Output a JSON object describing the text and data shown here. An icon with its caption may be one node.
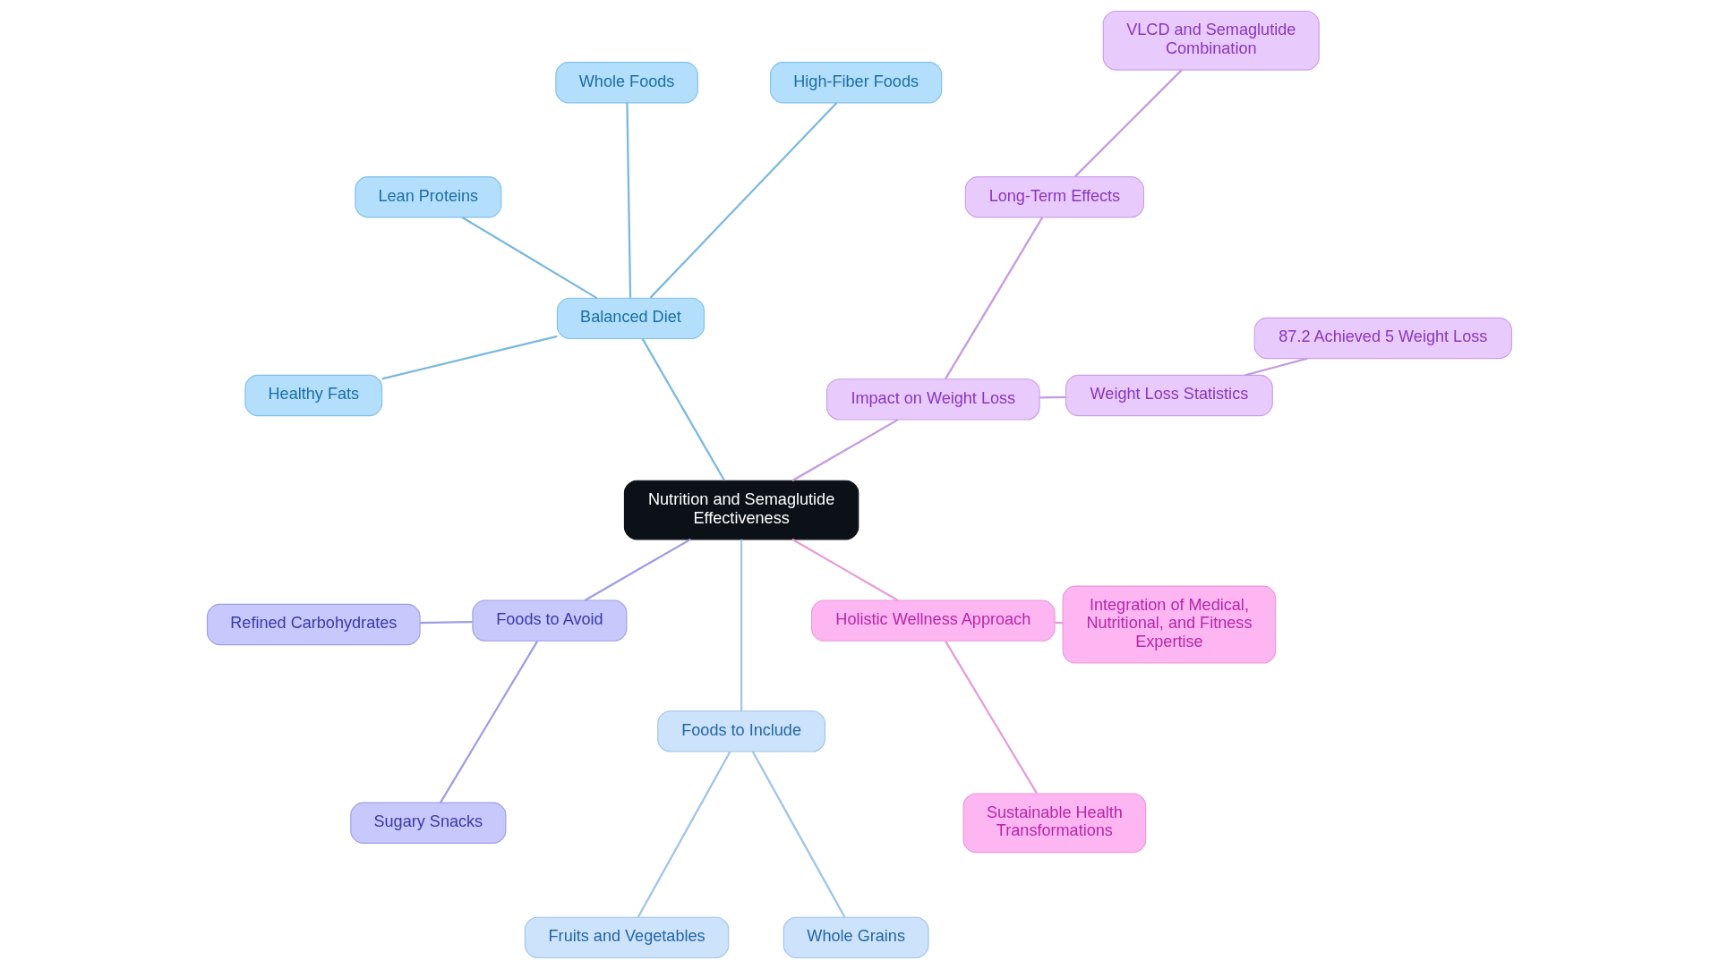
{
  "diagram": {
    "nodes": [
      {
        "text": [
          "Nutrition and Semaglutide Effectiveness"
        ]
      },
      {
        "text": [
          "Impact on Weight Loss"
        ]
      },
      {
        "text": [
          "Weight Loss Statistics"
        ]
      },
      {
        "text": [
          "87.2 Achieved 5 Weight Loss"
        ]
      },
      {
        "text": [
          "Long-Term Effects"
        ]
      },
      {
        "text": [
          "VLCD and Semaglutide Combination"
        ]
      },
      {
        "text": [
          "Balanced Diet"
        ]
      },
      {
        "text": [
          "High-Fiber Foods"
        ]
      },
      {
        "text": [
          "Whole Foods"
        ]
      },
      {
        "text": [
          "Lean Proteins"
        ]
      },
      {
        "text": [
          "Healthy Fats"
        ]
      },
      {
        "text": [
          "Foods to Avoid"
        ]
      },
      {
        "text": [
          "Refined Carbohydrates"
        ]
      },
      {
        "text": [
          "Sugary Snacks"
        ]
      },
      {
        "text": [
          "Foods to Include"
        ]
      },
      {
        "text": [
          "Fruits and Vegetables"
        ]
      },
      {
        "text": [
          "Whole Grains"
        ]
      },
      {
        "text": [
          "Holistic Wellness Approach"
        ]
      },
      {
        "text": [
          "Sustainable Health Transformations"
        ]
      },
      {
        "text": [
          "Integration of Medical, Nutritional, and Fitness Expertise"
        ]
      }
    ],
    "edges": [
      {
        "from": 0,
        "to": 1,
        "arrow": "none",
        "color": "#c49ae0"
      },
      {
        "from": 1,
        "to": 2,
        "arrow": "none",
        "color": "#c49ae0"
      },
      {
        "from": 2,
        "to": 3,
        "arrow": "none",
        "color": "#c49ae0"
      },
      {
        "from": 1,
        "to": 4,
        "arrow": "none",
        "color": "#c49ae0"
      },
      {
        "from": 4,
        "to": 5,
        "arrow": "none",
        "color": "#c49ae0"
      },
      {
        "from": 0,
        "to": 6,
        "arrow": "none",
        "color": "#7ab8de"
      },
      {
        "from": 6,
        "to": 7,
        "arrow": "none",
        "color": "#7ab8de"
      },
      {
        "from": 6,
        "to": 8,
        "arrow": "none",
        "color": "#7ab8de"
      },
      {
        "from": 6,
        "to": 9,
        "arrow": "none",
        "color": "#7ab8de"
      },
      {
        "from": 6,
        "to": 10,
        "arrow": "none",
        "color": "#7ab8de"
      },
      {
        "from": 0,
        "to": 11,
        "arrow": "none",
        "color": "#9d9de6"
      },
      {
        "from": 11,
        "to": 12,
        "arrow": "none",
        "color": "#9d9de6"
      },
      {
        "from": 11,
        "to": 13,
        "arrow": "none",
        "color": "#9d9de6"
      },
      {
        "from": 0,
        "to": 14,
        "arrow": "none",
        "color": "#9ec4e8"
      },
      {
        "from": 14,
        "to": 15,
        "arrow": "none",
        "color": "#9ec4e8"
      },
      {
        "from": 14,
        "to": 16,
        "arrow": "none",
        "color": "#9ec4e8"
      },
      {
        "from": 0,
        "to": 17,
        "arrow": "none",
        "color": "#e89ad6"
      },
      {
        "from": 17,
        "to": 18,
        "arrow": "none",
        "color": "#e89ad6"
      },
      {
        "from": 17,
        "to": 19,
        "arrow": "none",
        "color": "#e89ad6"
      }
    ]
  }
}
